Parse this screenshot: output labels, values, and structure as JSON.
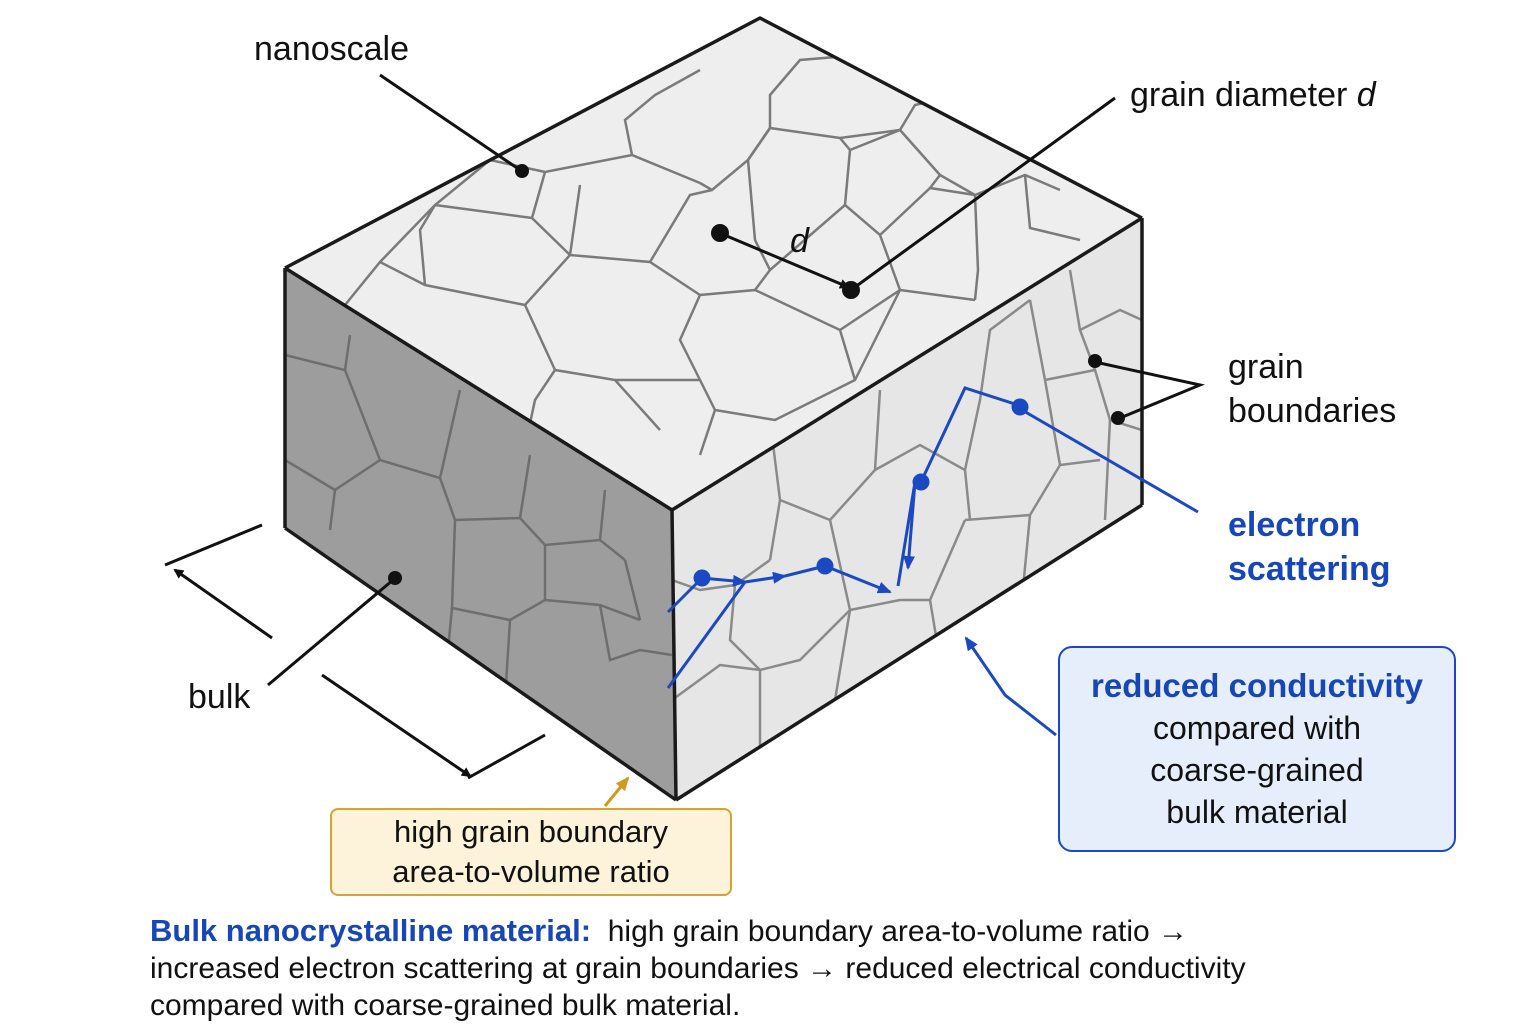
{
  "labels": {
    "nanoscale": "nanoscale",
    "grain_diameter": "grain diameter",
    "grain_diameter_symbol": "d",
    "d_marker": "d",
    "grain": "grain",
    "boundaries": "boundaries",
    "electron": "electron",
    "scattering": "scattering",
    "bulk": "bulk"
  },
  "yellow_box": {
    "line1": "high grain boundary",
    "line2": "area-to-volume ratio"
  },
  "blue_box": {
    "title": "reduced conductivity",
    "line1": "compared with",
    "line2": "coarse-grained",
    "line3": "bulk material"
  },
  "caption": {
    "title": "Bulk nanocrystalline material:",
    "text1": "high grain boundary area-to-volume ratio →",
    "text2": "increased electron scattering at grain boundaries → reduced electrical conductivity",
    "text3": "compared with coarse-grained bulk material."
  },
  "colors": {
    "accent_blue": "#1746b8",
    "accent_gold": "#d8a233",
    "top_face": "#ededed",
    "left_face": "#9c9c9c",
    "right_face": "#e4e4e4"
  }
}
